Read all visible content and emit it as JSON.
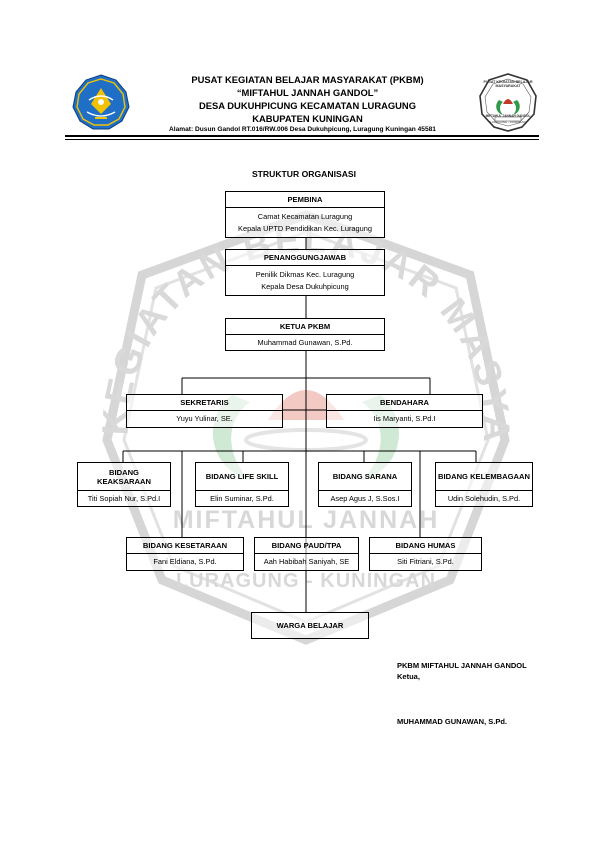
{
  "header": {
    "line1": "PUSAT KEGIATAN BELAJAR MASYARAKAT (PKBM)",
    "line2": "“MIFTAHUL JANNAH GANDOL”",
    "line3": "DESA DUKUHPICUNG KECAMATAN LURAGUNG",
    "line4": "KABUPATEN KUNINGAN",
    "address": "Alamat: Dusun Gandol RT.016/RW.006 Desa Dukuhpicung, Luragung Kuningan 45581",
    "right_logo_text_top": "PUSAT KEGIATAN BELAJAR MASYARAKAT",
    "right_logo_text_mid": "MIFTAHUL JANNAH GANDOL",
    "right_logo_text_bottom": "LURAGUNG - KUNINGAN"
  },
  "title": "STRUKTUR ORGANISASI",
  "watermark": {
    "ring": "PUSAT KEGIATAN BELAJAR MASYARAKAT",
    "name": "MIFTAHUL JANNAH",
    "place": "LURAGUNG - KUNINGAN"
  },
  "org": {
    "pembina": {
      "title": "PEMBINA",
      "names": [
        "Camat Kecamatan Luragung",
        "Kepala UPTD Pendidikan Kec. Luragung"
      ]
    },
    "penanggungjawab": {
      "title": "PENANGGUNGJAWAB",
      "names": [
        "Penilik Dikmas Kec. Luragung",
        "Kepala Desa Dukuhpicung"
      ]
    },
    "ketua": {
      "title": "KETUA PKBM",
      "name": "Muhammad Gunawan, S.Pd."
    },
    "sekretaris": {
      "title": "SEKRETARIS",
      "name": "Yuyu Yulinar, SE."
    },
    "bendahara": {
      "title": "BENDAHARA",
      "name": "Iis Maryanti, S.Pd.I"
    },
    "bidang_keaksaraan": {
      "title_line1": "BIDANG",
      "title_line2": "KEAKSARAAN",
      "name": "Titi Sopiah Nur, S.Pd.I"
    },
    "bidang_life_skill": {
      "title": "BIDANG LIFE SKILL",
      "name": "Elin Suminar, S.Pd."
    },
    "bidang_sarana": {
      "title": "BIDANG SARANA",
      "name": "Asep Agus J, S.Sos.I"
    },
    "bidang_kelembagaan": {
      "title": "BIDANG KELEMBAGAAN",
      "name": "Udin Solehudin, S.Pd."
    },
    "bidang_kesetaraan": {
      "title": "BIDANG KESETARAAN",
      "name": "Fani Eldiana, S.Pd."
    },
    "bidang_paud": {
      "title": "BIDANG PAUD/TPA",
      "name": "Aah Habibah Saniyah, SE"
    },
    "bidang_humas": {
      "title": "BIDANG HUMAS",
      "name": "Siti Fitriani, S.Pd."
    },
    "warga_belajar": {
      "title": "WARGA BELAJAR"
    }
  },
  "signature": {
    "org": "PKBM MIFTAHUL JANNAH GANDOL",
    "role": "Ketua,",
    "name": "MUHAMMAD GUNAWAN, S.Pd."
  },
  "colors": {
    "logo_left_blue": "#1f6fc7",
    "logo_left_yellow": "#f2c200",
    "logo_right_red": "#c0392b",
    "logo_right_green": "#2e9a4a",
    "watermark_gray": "#d9d9d9"
  }
}
